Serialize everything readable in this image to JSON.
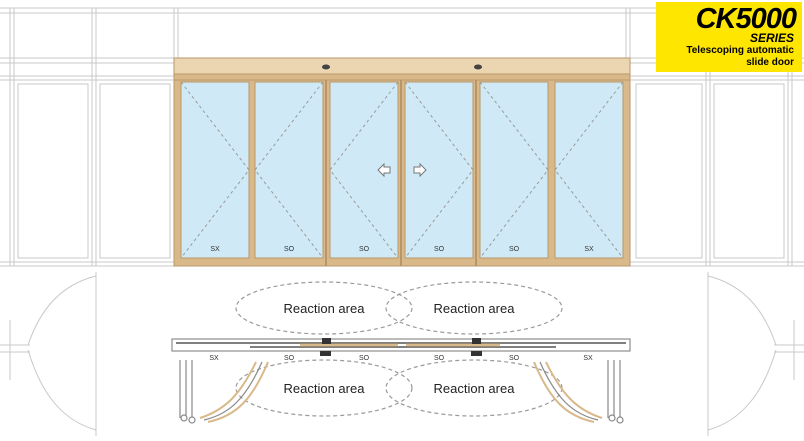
{
  "badge": {
    "model": "CK5000",
    "series": "SERIES",
    "description": "Telescoping automatic slide door"
  },
  "elevation": {
    "panel_labels": [
      "SX",
      "SO",
      "SO",
      "SO",
      "SO",
      "SX"
    ]
  },
  "plan": {
    "panel_labels": [
      "SX",
      "SO",
      "SO",
      "SO",
      "SO",
      "SX"
    ],
    "reaction_areas": [
      "Reaction area",
      "Reaction area",
      "Reaction area",
      "Reaction area"
    ]
  },
  "icons": [
    "arrow-left-icon",
    "arrow-right-icon",
    "motion-sensor-icon"
  ],
  "colors": {
    "frame_bronze": "#d9b98a",
    "glass": "#cfeaf6",
    "badge_yellow": "#ffe600",
    "outline_gray": "#bfbfbf"
  }
}
